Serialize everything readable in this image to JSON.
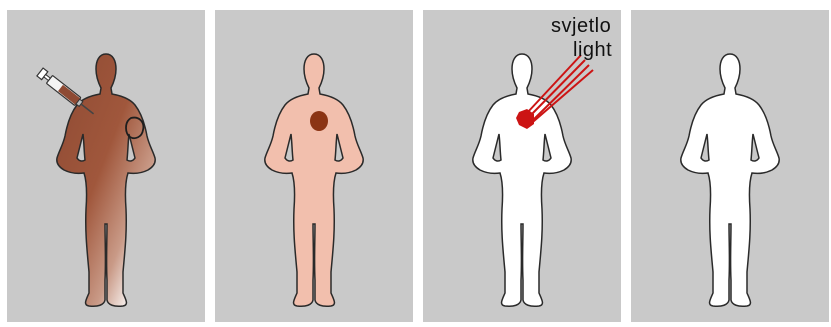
{
  "labels": {
    "light_local": "svjetlo",
    "light_en": "light"
  },
  "colors": {
    "panel_bg": "#c9c9c9",
    "skin_injected": "#a0573c",
    "skin_pink": "#f2bfad",
    "tumor": "#8b3414",
    "light_beam": "#cc1414",
    "outline": "#2a2a2a"
  },
  "stages": [
    {
      "icon": "syringe-icon"
    },
    {
      "icon": "tumor-spot"
    },
    {
      "icon": "light-beam-icon"
    },
    {
      "icon": "clean-figure"
    }
  ]
}
